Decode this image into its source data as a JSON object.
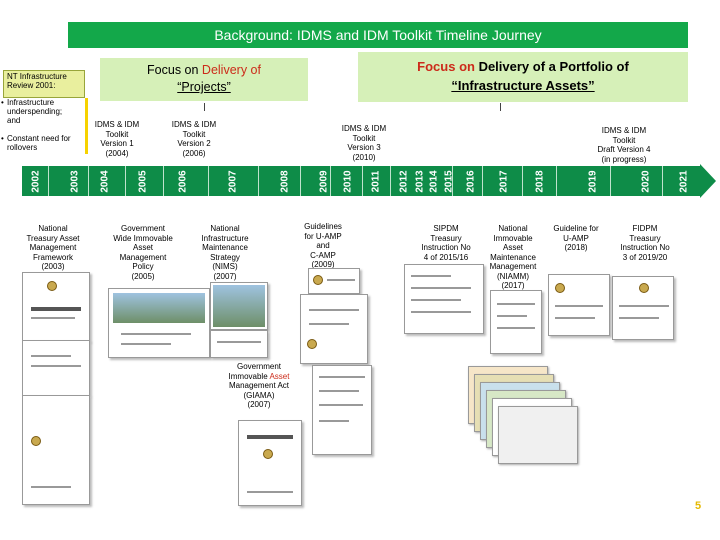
{
  "header": {
    "title": "Background: IDMS and IDM Toolkit Timeline Journey"
  },
  "nt_review": {
    "title_lines": [
      "NT Infrastructure",
      "Review 2001:"
    ],
    "bullets": [
      [
        "Infrastructure",
        "underspending;",
        "and"
      ],
      [
        "Constant need for",
        "rollovers"
      ]
    ]
  },
  "focus_projects": {
    "prefix": "Focus on ",
    "highlight": "Delivery of",
    "line2": "“Projects”"
  },
  "focus_portfolio": {
    "highlight": "Focus on ",
    "rest": "Delivery of a Portfolio of",
    "line2": "“Infrastructure Assets”"
  },
  "toolkits": [
    {
      "lines": [
        "IDMS & IDM",
        "Toolkit",
        "Version 1",
        "(2004)"
      ]
    },
    {
      "lines": [
        "IDMS & IDM",
        "Toolkit",
        "Version 2",
        "(2006)"
      ]
    },
    {
      "lines": [
        "IDMS & IDM",
        "Toolkit",
        "Version 3",
        "(2010)"
      ]
    },
    {
      "lines": [
        "IDMS & IDM",
        "Toolkit",
        "Draft Version 4",
        "(in progress)"
      ]
    }
  ],
  "timeline": {
    "years": [
      "2002",
      "2003",
      "2004",
      "2005",
      "2006",
      "2007",
      "2008",
      "2009",
      "2010",
      "2011",
      "2012",
      "2013",
      "2014",
      "2015",
      "2016",
      "2017",
      "2018",
      "2019",
      "2020",
      "2021"
    ]
  },
  "documents": [
    {
      "lines": [
        "National",
        "Treasury Asset",
        "Management",
        "Framework",
        "(2003)"
      ]
    },
    {
      "lines": [
        "Government",
        "Wide Immovable",
        "Asset",
        "Management",
        "Policy",
        "(2005)"
      ]
    },
    {
      "lines": [
        "National",
        "Infrastructure",
        "Maintenance",
        "Strategy",
        "(NIMS)",
        "(2007)"
      ]
    },
    {
      "lines": [
        "Guidelines",
        "for U-AMP",
        "and",
        "C-AMP",
        "(2009)"
      ]
    },
    {
      "lines": [
        "SIPDM",
        "Treasury",
        "Instruction No",
        "4 of 2015/16"
      ]
    },
    {
      "lines": [
        "National",
        "Immovable",
        "Asset",
        "Maintenance",
        "Management",
        "(NIAMM)",
        "(2017)"
      ]
    },
    {
      "lines": [
        "Guideline for",
        "U-AMP",
        "(2018)"
      ]
    },
    {
      "lines": [
        "FIDPM",
        "Treasury",
        "Instruction No",
        "3 of 2019/20"
      ]
    }
  ],
  "giama": {
    "lines": [
      "Government",
      "Immovable Asset",
      "Management Act",
      "(GIAMA)",
      "(2007)"
    ],
    "accent_words": "Asset"
  },
  "page_number": "5",
  "colors": {
    "banner": "#13a84a",
    "timeline": "#0e8c48",
    "focus_box": "#d6f0b8",
    "nt_box": "#e9ef9e",
    "accent": "#cc2b1a",
    "page_number": "#e5b900"
  }
}
